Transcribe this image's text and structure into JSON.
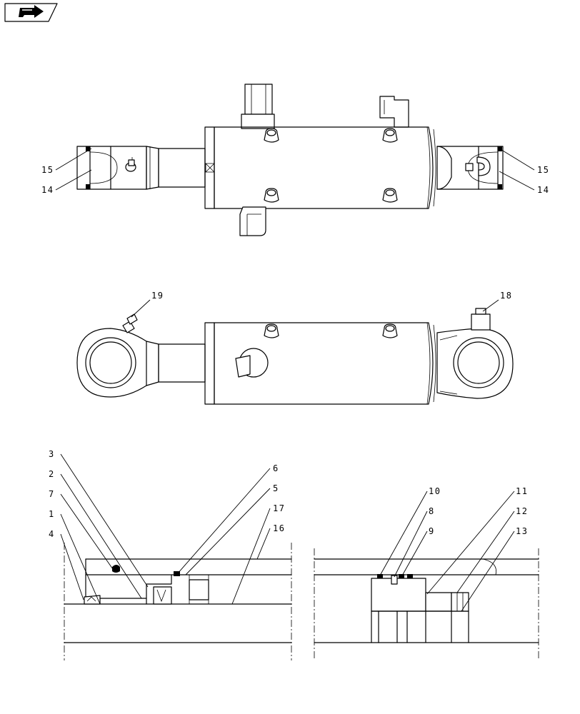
{
  "toolbar": {
    "nav_icon": "next-page-arrow-icon"
  },
  "callouts": {
    "top_view": {
      "left_15": "15",
      "left_14": "14",
      "right_15": "15",
      "right_14": "14"
    },
    "side_view": {
      "n19": "19",
      "n18": "18"
    },
    "section_left": {
      "n3": "3",
      "n2": "2",
      "n7": "7",
      "n1": "1",
      "n4": "4",
      "n6": "6",
      "n5": "5",
      "n17": "17",
      "n16": "16"
    },
    "section_right": {
      "n10": "10",
      "n8": "8",
      "n9": "9",
      "n11": "11",
      "n12": "12",
      "n13": "13"
    }
  }
}
